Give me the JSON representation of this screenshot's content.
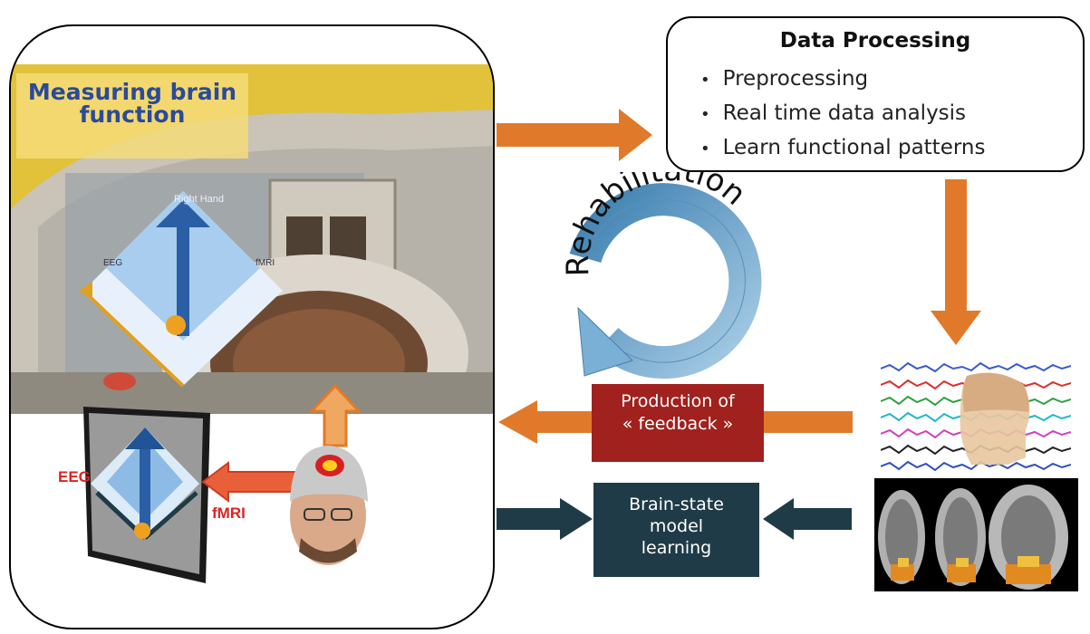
{
  "photo_panel": {
    "title": "Measuring brain function",
    "screen_label_top": "Right Hand",
    "screen_label_left": "EEG",
    "screen_label_right": "fMRI"
  },
  "inset": {
    "label_eeg": "EEG",
    "label_fmri": "fMRI"
  },
  "data_processing": {
    "title": "Data Processing",
    "items": [
      "Preprocessing",
      "Real time data analysis",
      "Learn functional patterns"
    ]
  },
  "cycle": {
    "label": "Rehabilitation"
  },
  "feedback": {
    "line1": "Production of",
    "line2": "« feedback »"
  },
  "model": {
    "line1": "Brain-state",
    "line2": "model",
    "line3": "learning"
  },
  "colors": {
    "orange_arrow": "#e07a2a",
    "dark_arrow": "#1f3b47",
    "feedback_box": "#a0211e",
    "model_box": "#1f3b47",
    "cycle_blue": "#6fa6c8",
    "title_blue": "#2b4a9a"
  }
}
